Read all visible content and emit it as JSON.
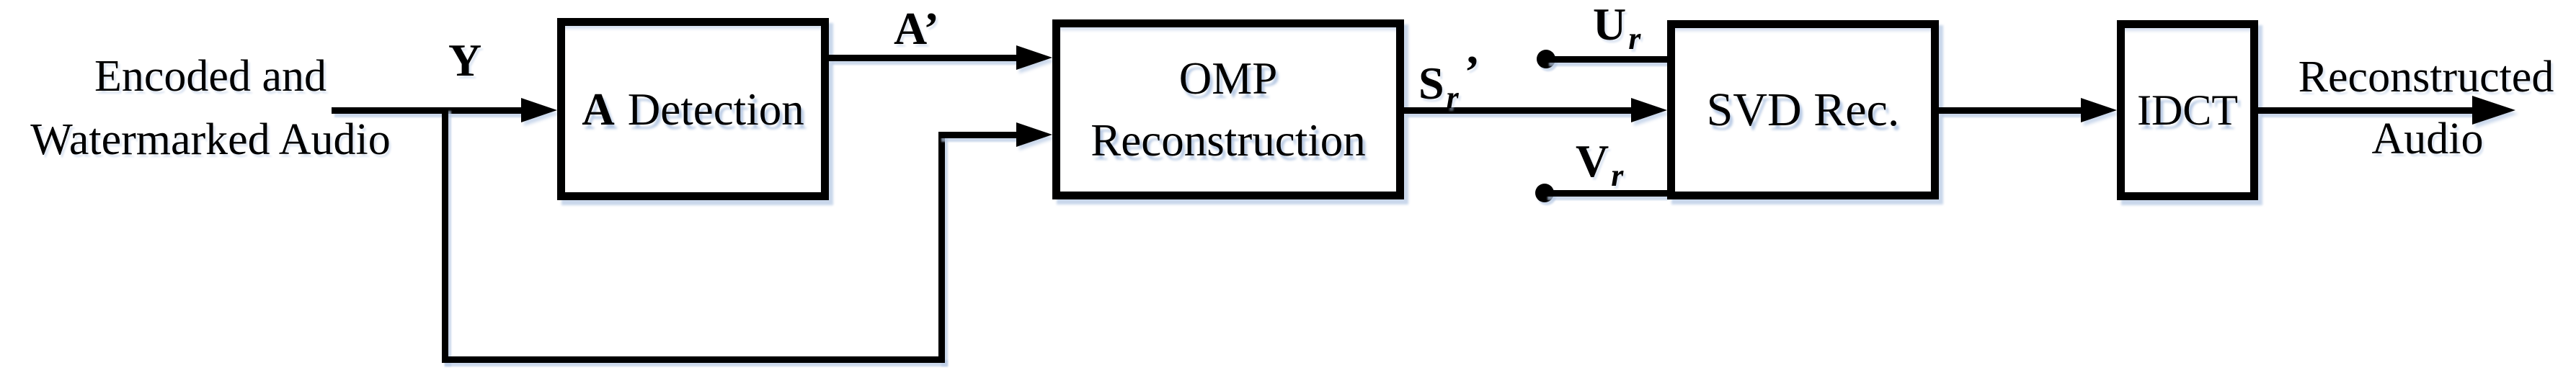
{
  "diagram": {
    "title_hint": "Audio watermark decoding block diagram",
    "input_label": {
      "line1": "Encoded and",
      "line2": "Watermarked Audio"
    },
    "output_label": {
      "line1": "Reconstructed",
      "line2": "Audio"
    },
    "signals": {
      "y": "Y",
      "a_prime": {
        "base": "A",
        "prime": "’"
      },
      "s_r_prime": {
        "base": "S",
        "sub": "r",
        "prime": "’"
      },
      "u_r": {
        "base": "U",
        "sub": "r"
      },
      "v_r": {
        "base": "V",
        "sub": "r"
      }
    },
    "blocks": {
      "a_detection": {
        "emph": "A",
        "rest": "Detection"
      },
      "omp": {
        "line1": "OMP",
        "line2": "Reconstruction"
      },
      "svd_label": "SVD Rec.",
      "idct_label": "IDCT"
    },
    "colors": {
      "ink": "#000000",
      "background": "#ffffff",
      "shadow": "#b7c9e4"
    }
  }
}
